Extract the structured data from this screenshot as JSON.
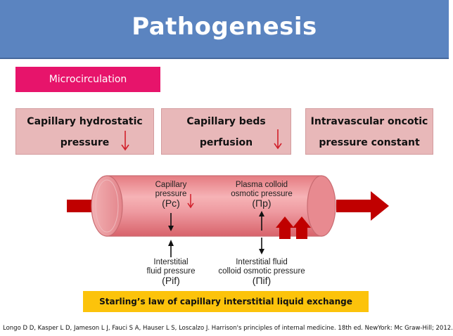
{
  "title": "Pathogenesis",
  "micro_label": "Microcirculation",
  "boxes": [
    {
      "line1": "Capillary hydrostatic",
      "line2": "pressure"
    },
    {
      "line1": "Capillary beds",
      "line2": "perfusion"
    },
    {
      "line1": "Intravascular oncotic",
      "line2": "pressure constant"
    }
  ],
  "diagram": {
    "capillary_pressure": {
      "line1": "Capillary",
      "line2": "pressure",
      "symbol": "(Pc)"
    },
    "plasma_colloid": {
      "line1": "Plasma colloid",
      "line2": "osmotic pressure",
      "symbol": "(Πp)"
    },
    "interstitial_fluid_pressure": {
      "line1": "Interstitial",
      "line2": "fluid pressure",
      "symbol": "(Pif)"
    },
    "interstitial_colloid": {
      "line1": "Interstitial fluid",
      "line2": "colloid osmotic pressure",
      "symbol": "(Πif)"
    }
  },
  "starling": "Starling’s law of capillary interstitial liquid exchange",
  "reference": "Longo D D, Kasper L D, Jameson L J, Fauci S A, Hauser L S, Loscalzo J. Harrison's principles of internal medicine. 18th ed. NewYork: Mc Graw-Hill; 2012.",
  "colors": {
    "title_bar": "#5b84c0",
    "micro": "#e7146b",
    "box": "#e8b8b9",
    "arrow_red": "#c00000",
    "starling": "#fcc30b"
  }
}
